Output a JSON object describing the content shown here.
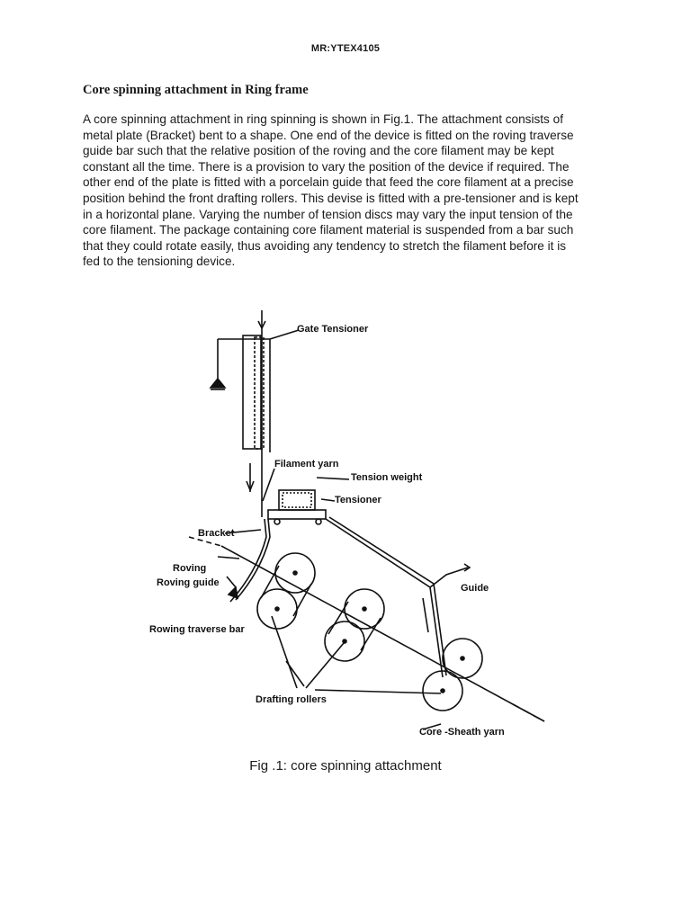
{
  "header": "MR:YTEX4105",
  "title": "Core spinning attachment in Ring frame",
  "body_lines": [
    "A core spinning attachment in ring spinning is shown in Fig.1. The attachment consists of",
    "metal plate (Bracket) bent to a shape. One end of the device is fitted on the roving traverse",
    "guide bar such that the relative position of the roving and the core filament may be kept",
    "constant all the time. There is a provision to vary the position of the device if required. The",
    "other end of the plate is fitted with a porcelain guide that feed the core filament at a precise",
    "position behind the front drafting rollers. This devise is fitted with a pre-tensioner and is kept",
    "in a horizontal plane. Varying the number of tension discs may vary the input tension of the",
    "core filament. The package containing core filament material is suspended from a bar such",
    "that they could rotate easily, thus avoiding any tendency to stretch the filament before it is",
    "fed to the tensioning device."
  ],
  "figure": {
    "labels": {
      "gate_tensioner": "Gate Tensioner",
      "filament_yarn": "Filament yarn",
      "tension_weight": "Tension weight",
      "tensioner": "Tensioner",
      "bracket": "Bracket",
      "roving": "Roving",
      "roving_guide": "Roving guide",
      "guide": "Guide",
      "roving_traverse_bar": "Rowing traverse bar",
      "drafting_rollers": "Drafting rollers",
      "core_sheath_yarn": "Core -Sheath yarn"
    },
    "caption": "Fig .1: core spinning attachment"
  }
}
